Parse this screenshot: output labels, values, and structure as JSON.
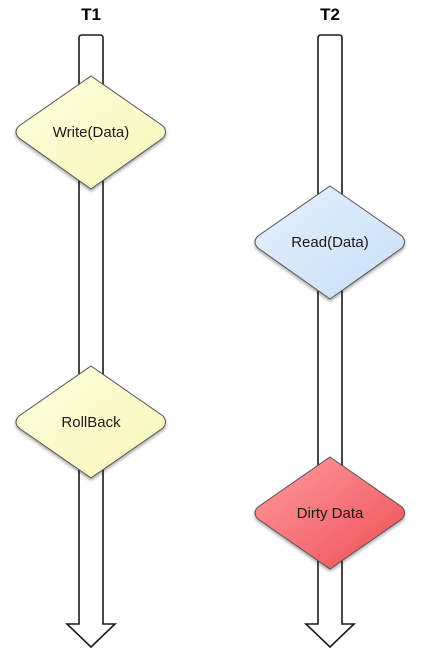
{
  "lanes": [
    {
      "id": "t1",
      "title": "T1"
    },
    {
      "id": "t2",
      "title": "T2"
    }
  ],
  "nodes": [
    {
      "id": "t1-write",
      "lane": "t1",
      "label": "Write(Data)",
      "fill": "#fdfccb"
    },
    {
      "id": "t1-rollback",
      "lane": "t1",
      "label": "RollBack",
      "fill": "#fdfccb"
    },
    {
      "id": "t2-read",
      "lane": "t2",
      "label": "Read(Data)",
      "fill": "#d6e8fb"
    },
    {
      "id": "t2-dirty",
      "lane": "t2",
      "label": "Dirty Data",
      "fill": "#f45f63"
    }
  ],
  "colors": {
    "stroke": "#1a1a1a",
    "diamond_border": "#555555"
  }
}
